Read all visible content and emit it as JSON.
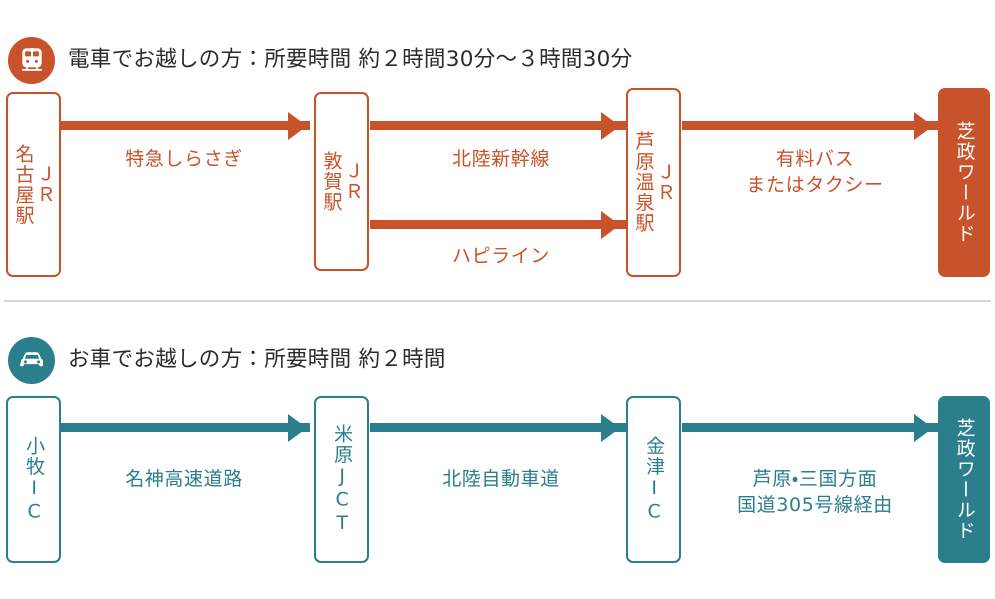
{
  "sections": [
    {
      "id": "train",
      "icon": "train-icon",
      "accent_color": "#c8522a",
      "header": "電車でお越しの方：所要時間 約２時間30分〜３時間30分",
      "nodes": [
        {
          "label": "ＪＲ\n名古屋駅",
          "style": "outline"
        },
        {
          "label": "ＪＲ\n敦賀駅",
          "style": "outline"
        },
        {
          "label": "ＪＲ\n芦原温泉駅",
          "style": "outline"
        },
        {
          "label": "芝政ワールド",
          "style": "filled"
        }
      ],
      "edges": [
        {
          "label": "特急しらさぎ"
        },
        {
          "label": "北陸新幹線"
        },
        {
          "label": "ハピライン"
        },
        {
          "label": "有料バス\nまたはタクシー"
        }
      ]
    },
    {
      "id": "car",
      "icon": "car-icon",
      "accent_color": "#2b7f8c",
      "header": "お車でお越しの方：所要時間 約２時間",
      "nodes": [
        {
          "label": "小牧IC",
          "style": "outline"
        },
        {
          "label": "米原JCT",
          "style": "outline"
        },
        {
          "label": "金津IC",
          "style": "outline"
        },
        {
          "label": "芝政ワールド",
          "style": "filled"
        }
      ],
      "edges": [
        {
          "label": "名神高速道路"
        },
        {
          "label": "北陸自動車道"
        },
        {
          "label": "芦原・三国方面\n国道305号線経由"
        }
      ]
    }
  ]
}
